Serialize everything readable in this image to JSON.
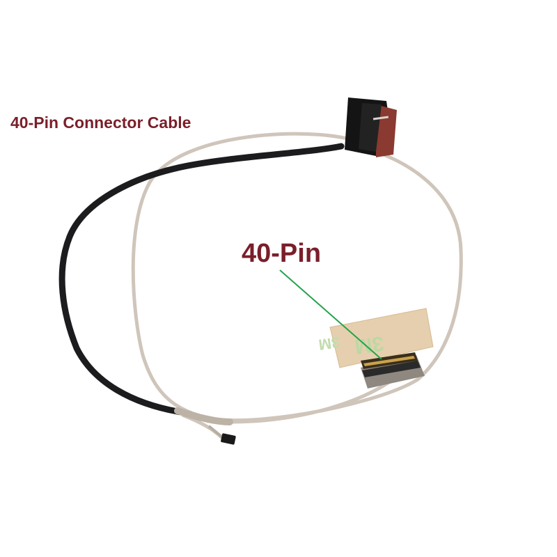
{
  "image": {
    "title": "40-Pin Connector Cable",
    "callout_label": "40-Pin",
    "tape_marking": "3M",
    "colors": {
      "label_text": "#7a1f2a",
      "callout_line": "#22a34a",
      "black_cable": "#1c1c1e",
      "grey_cable": "#c9bfb4",
      "tape": "#e2c9a6"
    }
  }
}
